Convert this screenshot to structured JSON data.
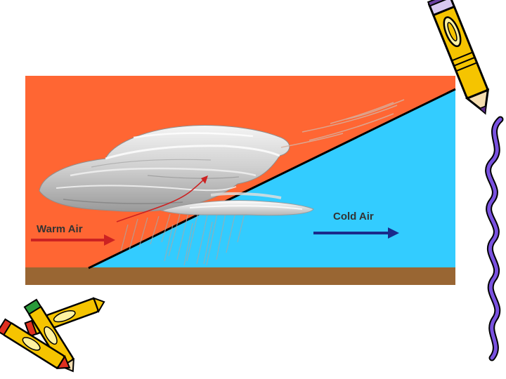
{
  "diagram": {
    "warm_air_label": "Warm Air",
    "cold_air_label": "Cold Air"
  },
  "colors": {
    "warm_air": "#ff6633",
    "cold_air": "#33ccff",
    "ground": "#996633",
    "front_line": "#000000",
    "warm_arrow": "#cc2222",
    "cold_arrow": "#1a2a8a",
    "cloud": "#d8d8d8",
    "rain": "#9a9a9a"
  },
  "decorations": [
    "pencil-clipart",
    "crayons-clipart",
    "wavy-border"
  ]
}
